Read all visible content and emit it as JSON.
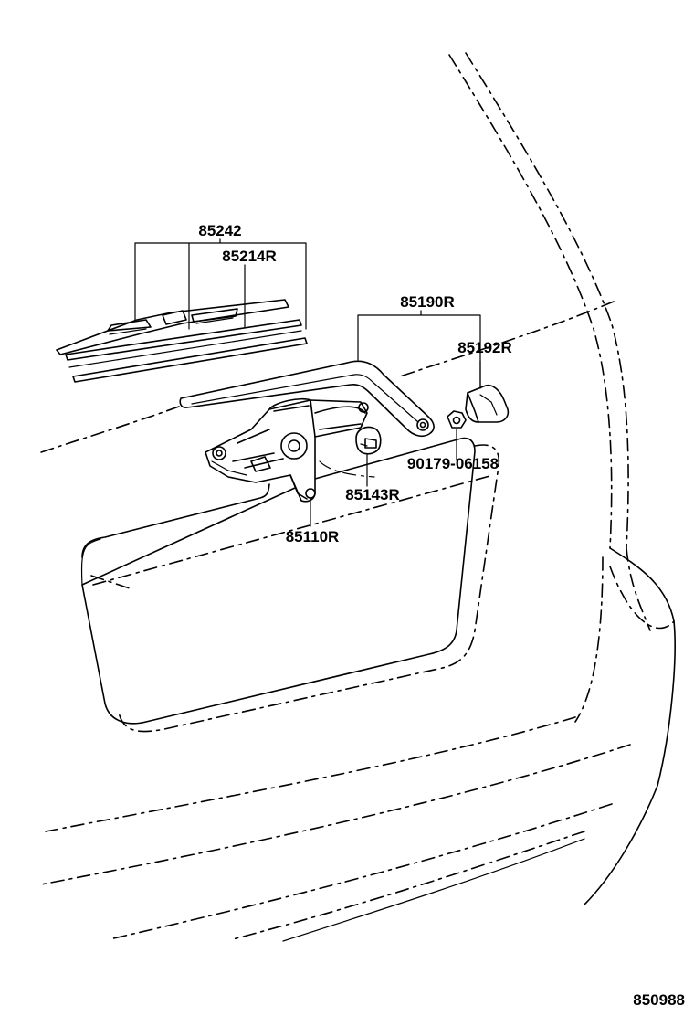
{
  "parts": {
    "blade_assembly": "85242",
    "blade_refill": "85214R",
    "wiper_arm": "85190R",
    "arm_head_cap": "85192R",
    "nut": "90179-06158",
    "pivot_cap": "85143R",
    "wiper_motor": "85110R"
  },
  "diagram_number": "850988"
}
